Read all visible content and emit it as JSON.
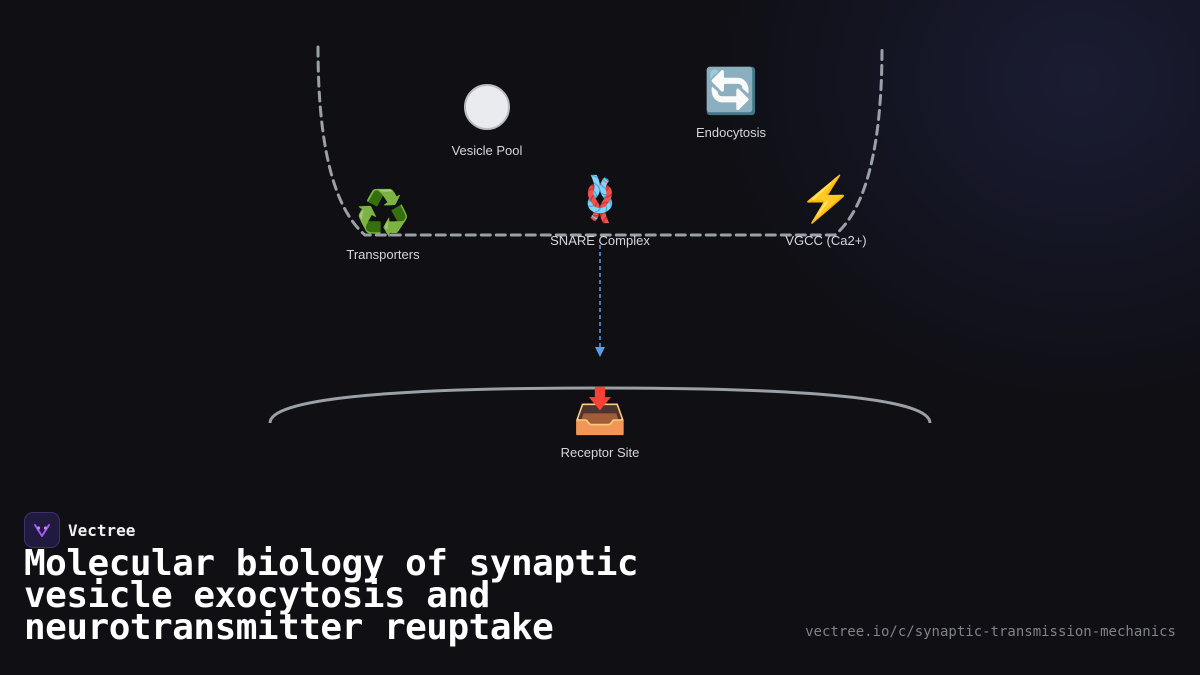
{
  "brand": {
    "name": "Vectree",
    "logo_icon": "vectree-logo-icon",
    "logo_color": "#a855f7"
  },
  "title": "Molecular biology of synaptic vesicle exocytosis and neurotransmitter reuptake",
  "url": "vectree.io/c/synaptic-transmission-mechanics",
  "diagram": {
    "nodes": [
      {
        "id": "vesicle-pool",
        "label": "Vesicle Pool",
        "icon": "⚪",
        "icon_name": "white-circle-icon"
      },
      {
        "id": "endocytosis",
        "label": "Endocytosis",
        "icon": "🔄",
        "icon_name": "cycle-arrows-icon"
      },
      {
        "id": "transporters",
        "label": "Transporters",
        "icon": "♻️",
        "icon_name": "recycle-icon"
      },
      {
        "id": "snare-complex",
        "label": "SNARE Complex",
        "icon": "🪢",
        "icon_name": "knot-icon"
      },
      {
        "id": "vgcc",
        "label": "VGCC (Ca2+)",
        "icon": "⚡",
        "icon_name": "lightning-icon"
      },
      {
        "id": "receptor-site",
        "label": "Receptor Site",
        "icon": "📥",
        "icon_name": "inbox-tray-icon"
      }
    ],
    "colors": {
      "membrane": "#9aa0a8",
      "arrow": "#5b9cf0",
      "label": "#d4d6dc"
    }
  }
}
